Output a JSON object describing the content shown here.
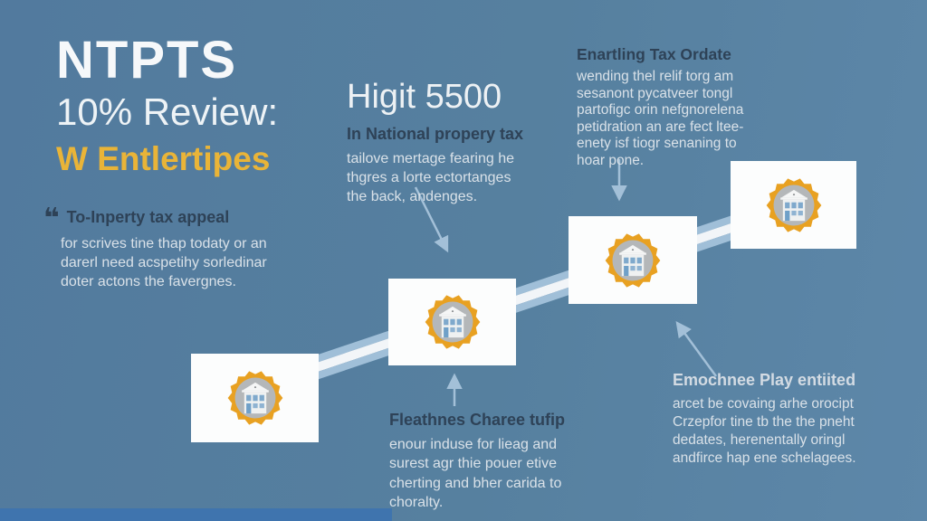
{
  "infographic": {
    "title": "NTPTS",
    "subtitle": "10% Review:",
    "tagline": "W Entlertipes"
  },
  "blocks": {
    "quote": {
      "icon": "❝",
      "heading": "To-Inperty tax appeal",
      "body": "for scrives tine thap todaty or an\ndarerl need acspetihy sorledinar\ndoter actons the favergnes."
    },
    "stat": {
      "value": "Higit 5500",
      "heading": "In National propery tax",
      "body": "tailove mertage fearing he\nthgres a lorte ectortanges\nthe back, andenges."
    },
    "ordate": {
      "heading": "Enartling Tax Ordate",
      "body": "wending thel relif torg am\nsesanont pycatveer tongl\npartofigc orin nefgnorelena\npetidration an are fect ltee-\nenety isf tiogr senaning to\nhoar pone."
    },
    "charee": {
      "heading": "Fleathnes Charee tufip",
      "body": "enour induse for lieag and\nsurest agr thie pouer etive\ncherting and bher carida to\nchoralty."
    },
    "play": {
      "heading": "Emochnee Play entiited",
      "body": "arcet be covaing arhe orocipt\nCrzepfor tine tb the the pneht\ndedates, herenentally oringl\nandfirce hap ene schelagees."
    }
  },
  "cards": {
    "icon": "bank-badge-icon",
    "count": 4
  },
  "palette": {
    "background_left": "#527a9e",
    "background_right": "#5d87a9",
    "accent_gold": "#e9b438",
    "heading_navy": "#2e4257",
    "body_light": "#d9e1e8",
    "card_white": "#fcfdfd",
    "stripe_blue": "#a0bfd8",
    "stripe_white": "#f2f5f8",
    "badge_orange": "#e8a122",
    "badge_gray": "#b4b7b9",
    "window_blue": "#7fa9cc",
    "arrow_blue": "#a3c0d8",
    "bottom_bar_blue": "#3f74ae"
  }
}
